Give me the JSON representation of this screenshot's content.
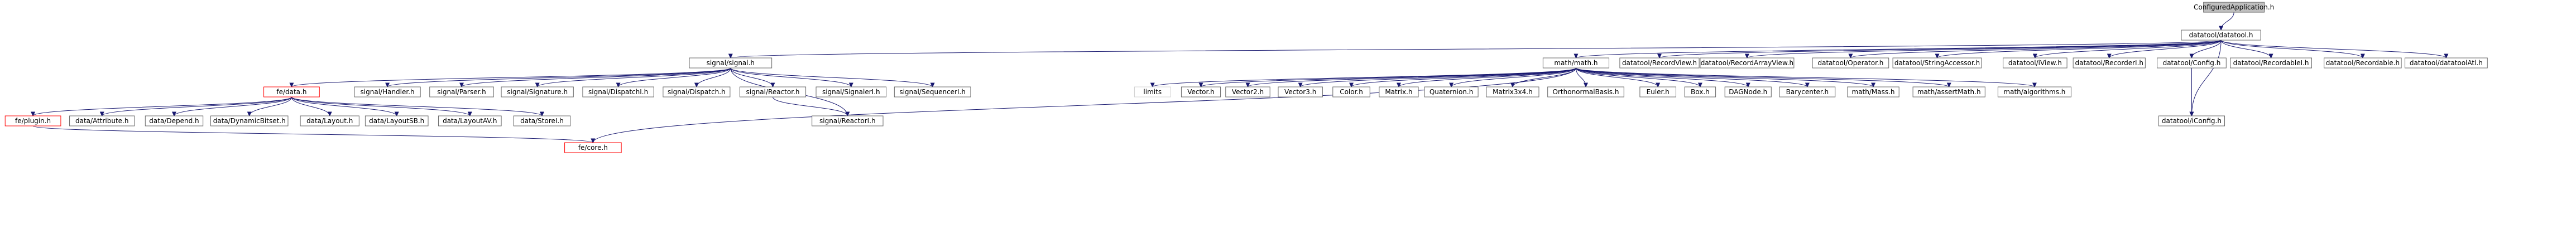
{
  "colors": {
    "root_fill": "#bfbfbf",
    "node_fill": "#ffffff",
    "node_border": "#666666",
    "missing_border": "#ff0000",
    "external_border": "#d3d3d3",
    "edge": "#191970",
    "background": "#ffffff"
  },
  "nodes": [
    {
      "id": "configuredapplication",
      "label": "ConfiguredApplication.h",
      "kind": "root"
    },
    {
      "id": "datatool",
      "label": "datatool/datatool.h",
      "kind": "normal"
    },
    {
      "id": "signal",
      "label": "signal/signal.h",
      "kind": "normal"
    },
    {
      "id": "mathmath",
      "label": "math/math.h",
      "kind": "normal"
    },
    {
      "id": "recordview",
      "label": "datatool/RecordView.h",
      "kind": "normal"
    },
    {
      "id": "recordarrayview",
      "label": "datatool/RecordArrayView.h",
      "kind": "normal"
    },
    {
      "id": "operator",
      "label": "datatool/Operator.h",
      "kind": "normal"
    },
    {
      "id": "stringaccessor",
      "label": "datatool/StringAccessor.h",
      "kind": "normal"
    },
    {
      "id": "iview",
      "label": "datatool/iView.h",
      "kind": "normal"
    },
    {
      "id": "recorderi",
      "label": "datatool/RecorderI.h",
      "kind": "normal"
    },
    {
      "id": "config",
      "label": "datatool/Config.h",
      "kind": "normal"
    },
    {
      "id": "recordablei",
      "label": "datatool/RecordableI.h",
      "kind": "normal"
    },
    {
      "id": "recordable",
      "label": "datatool/Recordable.h",
      "kind": "normal"
    },
    {
      "id": "datatoolatl",
      "label": "datatool/datatoolAtl.h",
      "kind": "normal"
    },
    {
      "id": "iconfig",
      "label": "datatool/iConfig.h",
      "kind": "normal"
    },
    {
      "id": "fedata",
      "label": "fe/data.h",
      "kind": "missing"
    },
    {
      "id": "handler",
      "label": "signal/Handler.h",
      "kind": "normal"
    },
    {
      "id": "parser",
      "label": "signal/Parser.h",
      "kind": "normal"
    },
    {
      "id": "signature",
      "label": "signal/Signature.h",
      "kind": "normal"
    },
    {
      "id": "dispatchi",
      "label": "signal/DispatchI.h",
      "kind": "normal"
    },
    {
      "id": "dispatch",
      "label": "signal/Dispatch.h",
      "kind": "normal"
    },
    {
      "id": "reactor",
      "label": "signal/Reactor.h",
      "kind": "normal"
    },
    {
      "id": "signaleri",
      "label": "signal/SignalerI.h",
      "kind": "normal"
    },
    {
      "id": "sequencer",
      "label": "signal/SequencerI.h",
      "kind": "normal"
    },
    {
      "id": "reactori",
      "label": "signal/ReactorI.h",
      "kind": "normal"
    },
    {
      "id": "fecore",
      "label": "fe/core.h",
      "kind": "missing"
    },
    {
      "id": "feplugin",
      "label": "fe/plugin.h",
      "kind": "missing"
    },
    {
      "id": "attribute",
      "label": "data/Attribute.h",
      "kind": "normal"
    },
    {
      "id": "depend",
      "label": "data/Depend.h",
      "kind": "normal"
    },
    {
      "id": "dynamicbitset",
      "label": "data/DynamicBitset.h",
      "kind": "normal"
    },
    {
      "id": "layout",
      "label": "data/Layout.h",
      "kind": "normal"
    },
    {
      "id": "layoutsb",
      "label": "data/LayoutSB.h",
      "kind": "normal"
    },
    {
      "id": "layoutav",
      "label": "data/LayoutAV.h",
      "kind": "normal"
    },
    {
      "id": "storei",
      "label": "data/StoreI.h",
      "kind": "normal"
    },
    {
      "id": "limits",
      "label": "limits",
      "kind": "external"
    },
    {
      "id": "vector",
      "label": "Vector.h",
      "kind": "normal"
    },
    {
      "id": "vector2",
      "label": "Vector2.h",
      "kind": "normal"
    },
    {
      "id": "vector3",
      "label": "Vector3.h",
      "kind": "normal"
    },
    {
      "id": "color",
      "label": "Color.h",
      "kind": "normal"
    },
    {
      "id": "matrix",
      "label": "Matrix.h",
      "kind": "normal"
    },
    {
      "id": "quaternion",
      "label": "Quaternion.h",
      "kind": "normal"
    },
    {
      "id": "matrix3x4",
      "label": "Matrix3x4.h",
      "kind": "normal"
    },
    {
      "id": "orthonormal",
      "label": "OrthonormalBasis.h",
      "kind": "normal"
    },
    {
      "id": "euler",
      "label": "Euler.h",
      "kind": "normal"
    },
    {
      "id": "box",
      "label": "Box.h",
      "kind": "normal"
    },
    {
      "id": "dagnode",
      "label": "DAGNode.h",
      "kind": "normal"
    },
    {
      "id": "barycenter",
      "label": "Barycenter.h",
      "kind": "normal"
    },
    {
      "id": "mathmass",
      "label": "math/Mass.h",
      "kind": "normal"
    },
    {
      "id": "assertmath",
      "label": "math/assertMath.h",
      "kind": "normal"
    },
    {
      "id": "algorithms",
      "label": "math/algorithms.h",
      "kind": "normal"
    }
  ],
  "edges": [
    [
      "configuredapplication",
      "datatool"
    ],
    [
      "datatool",
      "signal"
    ],
    [
      "datatool",
      "mathmath"
    ],
    [
      "datatool",
      "recordview"
    ],
    [
      "datatool",
      "recordarrayview"
    ],
    [
      "datatool",
      "operator"
    ],
    [
      "datatool",
      "stringaccessor"
    ],
    [
      "datatool",
      "iview"
    ],
    [
      "datatool",
      "recorderi"
    ],
    [
      "datatool",
      "config"
    ],
    [
      "datatool",
      "recordablei"
    ],
    [
      "datatool",
      "recordable"
    ],
    [
      "datatool",
      "datatoolatl"
    ],
    [
      "datatool",
      "iconfig"
    ],
    [
      "config",
      "iconfig"
    ],
    [
      "signal",
      "fedata"
    ],
    [
      "signal",
      "handler"
    ],
    [
      "signal",
      "parser"
    ],
    [
      "signal",
      "signature"
    ],
    [
      "signal",
      "dispatchi"
    ],
    [
      "signal",
      "dispatch"
    ],
    [
      "signal",
      "reactor"
    ],
    [
      "signal",
      "signaleri"
    ],
    [
      "signal",
      "sequencer"
    ],
    [
      "signal",
      "reactori"
    ],
    [
      "reactor",
      "reactori"
    ],
    [
      "fedata",
      "feplugin"
    ],
    [
      "fedata",
      "attribute"
    ],
    [
      "fedata",
      "depend"
    ],
    [
      "fedata",
      "dynamicbitset"
    ],
    [
      "fedata",
      "layout"
    ],
    [
      "fedata",
      "layoutsb"
    ],
    [
      "fedata",
      "layoutav"
    ],
    [
      "fedata",
      "storei"
    ],
    [
      "feplugin",
      "fecore"
    ],
    [
      "mathmath",
      "fecore"
    ],
    [
      "mathmath",
      "limits"
    ],
    [
      "mathmath",
      "vector"
    ],
    [
      "mathmath",
      "vector2"
    ],
    [
      "mathmath",
      "vector3"
    ],
    [
      "mathmath",
      "color"
    ],
    [
      "mathmath",
      "matrix"
    ],
    [
      "mathmath",
      "quaternion"
    ],
    [
      "mathmath",
      "matrix3x4"
    ],
    [
      "mathmath",
      "orthonormal"
    ],
    [
      "mathmath",
      "euler"
    ],
    [
      "mathmath",
      "box"
    ],
    [
      "mathmath",
      "dagnode"
    ],
    [
      "mathmath",
      "barycenter"
    ],
    [
      "mathmath",
      "mathmass"
    ],
    [
      "mathmath",
      "assertmath"
    ],
    [
      "mathmath",
      "algorithms"
    ]
  ]
}
